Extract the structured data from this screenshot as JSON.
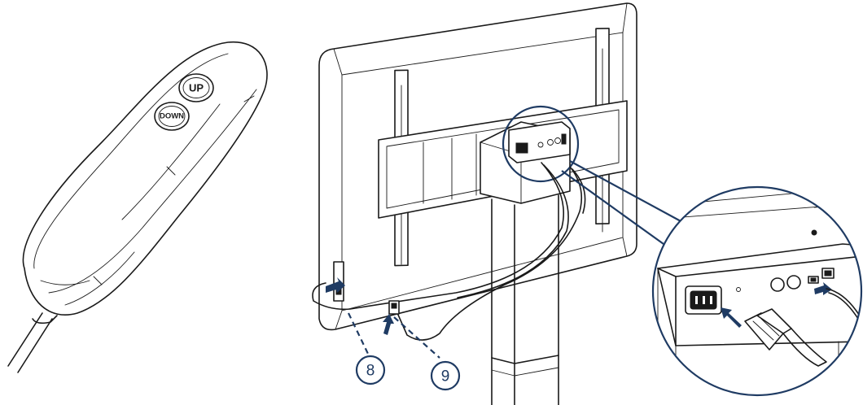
{
  "remote": {
    "up_label": "UP",
    "down_label": "DOWN"
  },
  "callouts": [
    {
      "id": "8",
      "label": "8"
    },
    {
      "id": "9",
      "label": "9"
    }
  ],
  "colors": {
    "ink": "#1a1a1a",
    "accent": "#1f3b63"
  },
  "icons": [
    "arrow-icon",
    "power-plug-icon"
  ]
}
